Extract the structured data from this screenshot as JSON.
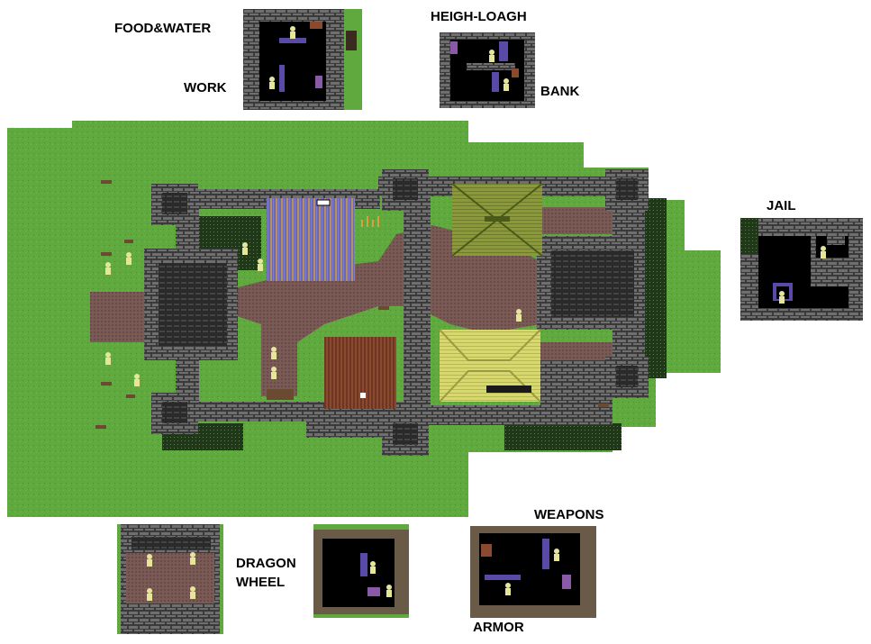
{
  "title": "Town map",
  "labels": {
    "food_water": "FOOD&WATER",
    "work": "WORK",
    "heigh_loagh": "HEIGH-LOAGH",
    "bank": "BANK",
    "jail": "JAIL",
    "dragon_wheel_line1": "DRAGON",
    "dragon_wheel_line2": "WHEEL",
    "weapons": "WEAPONS",
    "armor": "ARMOR"
  },
  "colors": {
    "grass": "#5fa93f",
    "dark_grass": "#2f5a22",
    "stone_wall": "#6b6b6b",
    "stone_dark": "#3c3c3c",
    "dirt_path": "#7a5a55",
    "interior": "#000000",
    "figure": "#e6e69a",
    "counter": "#5a4aa8",
    "roof_green": "#8a9a3a",
    "roof_yellow": "#d8d870",
    "roof_brown": "#8a4a30",
    "roof_striped": "#6a68b8"
  }
}
